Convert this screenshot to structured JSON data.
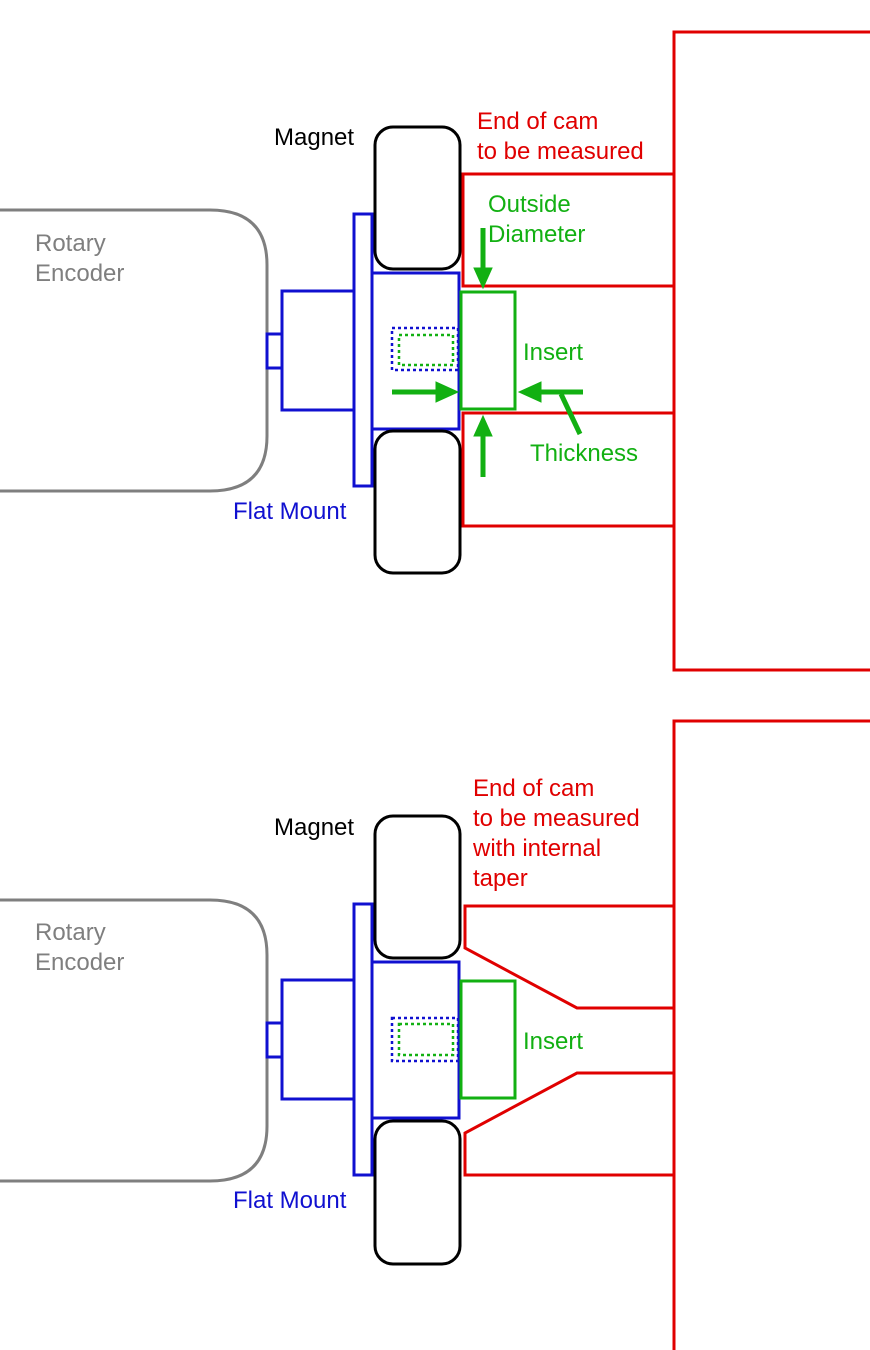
{
  "colors": {
    "encoder": "#7f7f7f",
    "mount": "#1010d0",
    "magnet": "#000000",
    "cam": "#e00000",
    "insert": "#12b012"
  },
  "top": {
    "encoder_line1": "Rotary",
    "encoder_line2": "Encoder",
    "magnet": "Magnet",
    "cam_line1": "End of cam",
    "cam_line2": "to be measured",
    "od_line1": "Outside",
    "od_line2": "Diameter",
    "insert": "Insert",
    "thickness": "Thickness",
    "mount": "Flat Mount"
  },
  "bottom": {
    "encoder_line1": "Rotary",
    "encoder_line2": "Encoder",
    "magnet": "Magnet",
    "cam_line1": "End of cam",
    "cam_line2": "to be measured",
    "cam_line3": "with internal",
    "cam_line4": "taper",
    "insert": "Insert",
    "mount": "Flat Mount"
  }
}
